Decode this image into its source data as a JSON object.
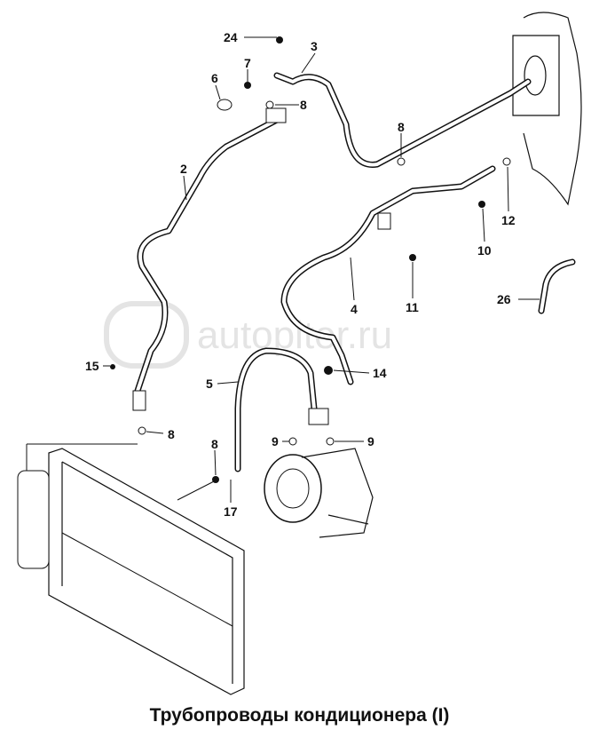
{
  "watermark": "autopiter.ru",
  "caption": "Трубопроводы кондиционера (I)",
  "callouts": {
    "c24": "24",
    "c3": "3",
    "c7": "7",
    "c6": "6",
    "c8a": "8",
    "c2": "2",
    "c8b": "8",
    "c12": "12",
    "c10": "10",
    "c11": "11",
    "c4": "4",
    "c26": "26",
    "c15": "15",
    "c5": "5",
    "c14": "14",
    "c8c": "8",
    "c8d": "8",
    "c9a": "9",
    "c9b": "9",
    "c17": "17"
  }
}
